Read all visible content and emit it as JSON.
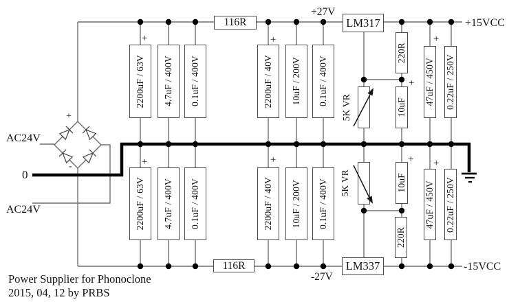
{
  "colors": {
    "background": "#ffffff",
    "wire": "#6e6e6e",
    "bus": "#000000",
    "box_border": "#4a4a4a",
    "text": "#141414"
  },
  "title": {
    "line1": "Power Supplier for Phonoclone",
    "line2": "2015, 04, 12 by PRBS"
  },
  "labels": {
    "ac_input_top": "AC24V",
    "center_tap": "0",
    "ac_input_bottom": "AC24V",
    "rail_pos": "+27V",
    "rail_neg": "-27V",
    "out_pos": "+15VCC",
    "out_neg": "-15VCC",
    "plus": "+",
    "minus": "-"
  },
  "components": {
    "r_filter_top": "116R",
    "r_filter_bottom": "116R",
    "regulator_pos": "LM317",
    "regulator_neg": "LM337",
    "caps_top": [
      "2200uF / 63V",
      "4.7uF / 400V",
      "0.1uF / 400V",
      "2200uF / 40V",
      "10uF / 200V",
      "0.1uF / 400V"
    ],
    "caps_bottom": [
      "2200uF / 63V",
      "4.7uF / 400V",
      "0.1uF / 400V",
      "2200uF / 40V",
      "10uF / 200V",
      "0.1uF / 400V"
    ],
    "r_adj_top": "220R",
    "r_adj_bottom": "220R",
    "vr_top": "5K VR",
    "vr_bottom": "5K VR",
    "c_bypass_top": "10uF",
    "c_bypass_bottom": "10uF",
    "c_out_top": [
      "47uF / 450V",
      "0.22uF / 250V"
    ],
    "c_out_bottom": [
      "47uF / 450V",
      "0.22uF / 250V"
    ]
  }
}
